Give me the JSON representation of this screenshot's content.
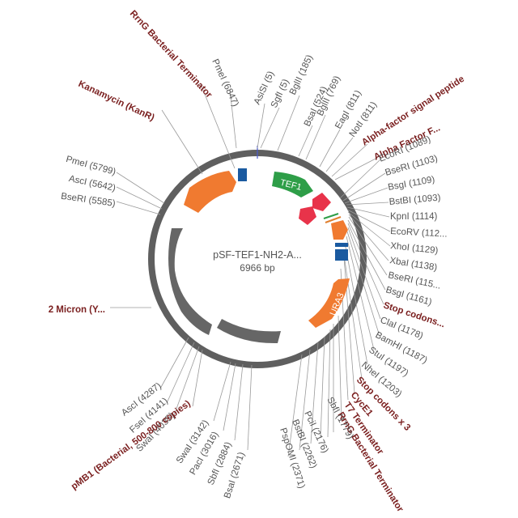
{
  "plasmid": {
    "name": "pSF-TEF1-NH2-A...",
    "size": "6966 bp"
  },
  "colors": {
    "backbone": "#5f5f5f",
    "orange": "#f07a30",
    "green": "#2e9e48",
    "red": "#e8334a",
    "blue": "#1a5aa0",
    "gray_feature": "#666666",
    "site_text": "#555555",
    "feature_text": "#7a1f1f"
  },
  "sites_top": [
    "PmeI (6847)",
    "AsiSI (5)",
    "SgfI (5)",
    "BglII (185)",
    "BsaI (524)",
    "BglII (769)",
    "EagI (811)",
    "NotI (811)"
  ],
  "sites_right": [
    "EcoRI (1089)",
    "BseRI (1103)",
    "BsgI (1109)",
    "BstBI (1093)",
    "KpnI (1114)",
    "EcoRV (112...",
    "XhoI (1129)",
    "XbaI (1138)",
    "BseRI (115...",
    "BsgI (1161)",
    "ClaI (1178)",
    "BamHI (1187)",
    "StuI (1197)",
    "NheI (1203)",
    "SbfI (1779)",
    "PciI (2176)",
    "BstBI (2262)",
    "PspOMI (2371)"
  ],
  "sites_left": [
    "PmeI (5799)",
    "AscI (5642)",
    "BseRI (5585)",
    "AscI (4287)",
    "FseI (4141)",
    "SwaI (4035)",
    "SwaI (3142)",
    "PacI (3016)",
    "SbfI (2884)",
    "BsaI (2671)"
  ],
  "features": {
    "rrng_top": "RrnG Bacterial Terminator",
    "kanamycin": "Kanamycin (KanR)",
    "alpha_signal": "Alpha-factor signal peptide",
    "alpha_factor": "Alpha Factor F...",
    "stop_codons": "Stop codons...",
    "two_micron": "2 Micron (Y...",
    "stop_codons_x3": "Stop codons x 3",
    "cyce1": "CycE1",
    "t7": "T7 Terminator",
    "rrng_bottom": "RrnG Bacterial Terminator",
    "pmb1": "pMB1 (Bacterial, 500-800 copies)"
  },
  "inner_labels": {
    "tef1": "TEF1",
    "ura3": "URA3"
  }
}
